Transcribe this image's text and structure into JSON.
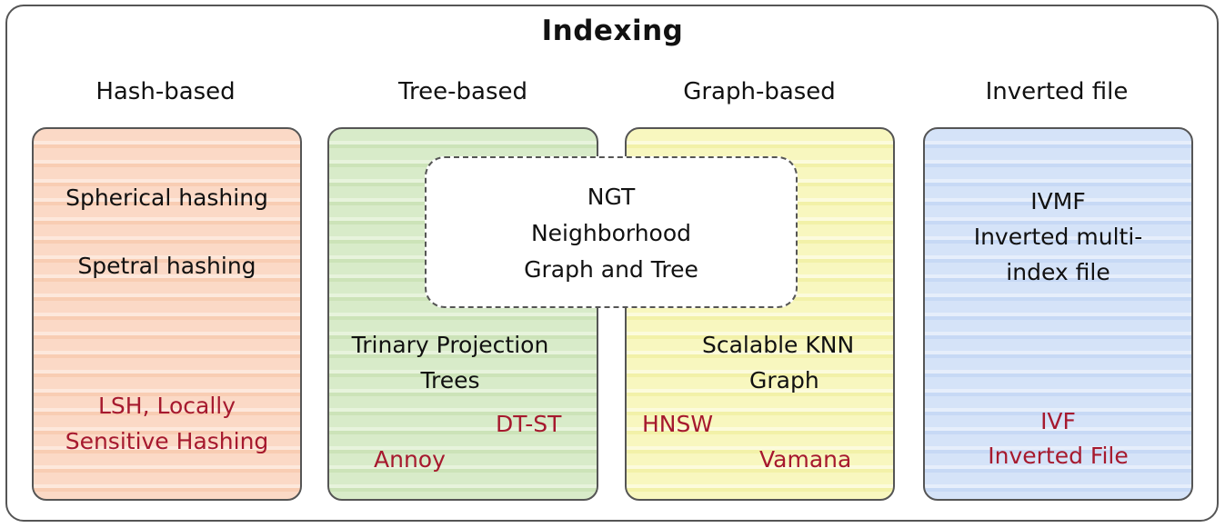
{
  "title": "Indexing",
  "columns": {
    "hash": {
      "heading": "Hash-based",
      "algorithms": [
        "Spherical hashing",
        "Spetral hashing"
      ],
      "highlight": [
        "LSH, Locally",
        "Sensitive Hashing"
      ]
    },
    "tree": {
      "heading": "Tree-based",
      "algorithms": [
        "Trinary Projection",
        "Trees"
      ],
      "highlight": [
        "DT-ST",
        "Annoy"
      ]
    },
    "graph": {
      "heading": "Graph-based",
      "algorithms": [
        "Scalable KNN",
        "Graph"
      ],
      "highlight": [
        "HNSW",
        "Vamana"
      ]
    },
    "inverted": {
      "heading": "Inverted file",
      "algorithms": [
        "IVMF",
        "Inverted multi-",
        "index file"
      ],
      "highlight": [
        "IVF",
        "Inverted File"
      ]
    }
  },
  "hybrid": {
    "lines": [
      "NGT",
      "Neighborhood",
      "Graph and Tree"
    ]
  },
  "colors": {
    "highlight_text": "#a6192e",
    "hash_fill": "#fbd9c6",
    "tree_fill": "#d8ebc9",
    "graph_fill": "#f8f7bf",
    "inverted_fill": "#d5e3f8",
    "border": "#555555"
  }
}
